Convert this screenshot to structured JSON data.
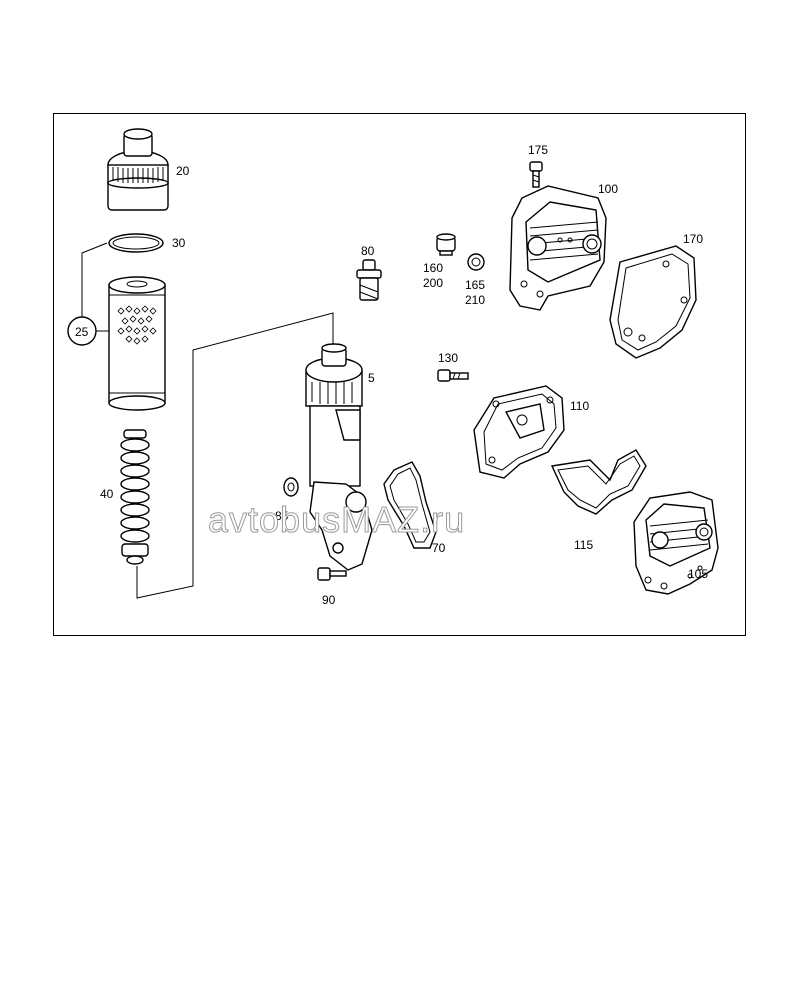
{
  "labels": {
    "p20": "20",
    "p30": "30",
    "p25": "25",
    "p40": "40",
    "p80": "80",
    "p160": "160",
    "p200": "200",
    "p165": "165",
    "p210": "210",
    "p175": "175",
    "p100": "100",
    "p170": "170",
    "p5": "5",
    "p130": "130",
    "p110": "110",
    "p85": "85",
    "p70": "70",
    "p115": "115",
    "p105": "105",
    "p90": "90"
  },
  "watermark": "avtobusMAZ.ru"
}
